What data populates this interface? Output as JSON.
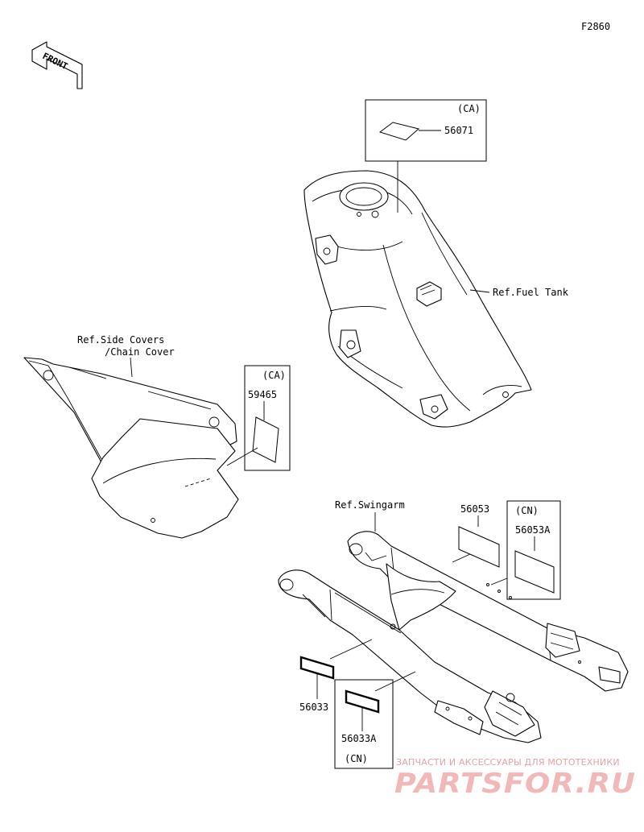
{
  "figure_code": "F2860",
  "front_arrow": "FRONT",
  "refs": {
    "fuel_tank": "Ref.Fuel Tank",
    "side_covers_line1": "Ref.Side Covers",
    "side_covers_line2": "/Chain Cover",
    "swingarm": "Ref.Swingarm"
  },
  "parts": {
    "p56071": {
      "number": "56071",
      "region": "(CA)"
    },
    "p59465": {
      "number": "59465",
      "region": "(CA)"
    },
    "p56053": {
      "number": "56053"
    },
    "p56053A": {
      "number": "56053A",
      "region": "(CN)"
    },
    "p56033": {
      "number": "56033"
    },
    "p56033A": {
      "number": "56033A",
      "region": "(CN)"
    }
  },
  "watermark": {
    "tagline": "ЗАПЧАСТИ И АКСЕССУАРЫ ДЛЯ МОТОТЕХНИКИ",
    "brand": "PARTSFOR.RU"
  }
}
